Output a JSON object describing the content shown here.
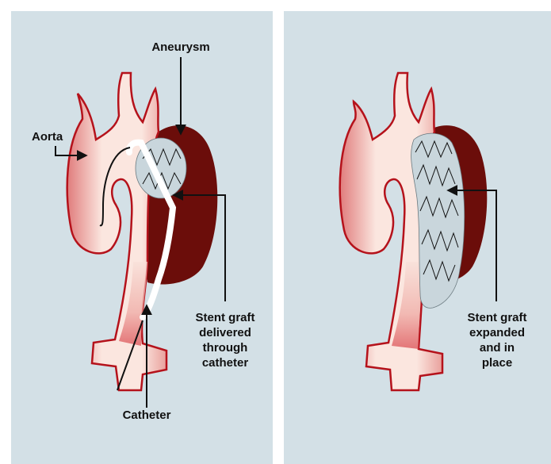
{
  "colors": {
    "panel_bg": "#d3e0e6",
    "vessel_outline": "#b5121b",
    "aneurysm_dark": "#6b0d0a",
    "graft_fill": "#c9d6dc",
    "arrow": "#111111"
  },
  "panels": [
    {
      "labels": {
        "aneurysm": "Aneurysm",
        "aorta": "Aorta",
        "stent_graft": "Stent graft\ndelivered\nthrough\ncatheter",
        "catheter": "Catheter"
      }
    },
    {
      "labels": {
        "stent_graft": "Stent graft\nexpanded\nand in\nplace"
      }
    }
  ]
}
